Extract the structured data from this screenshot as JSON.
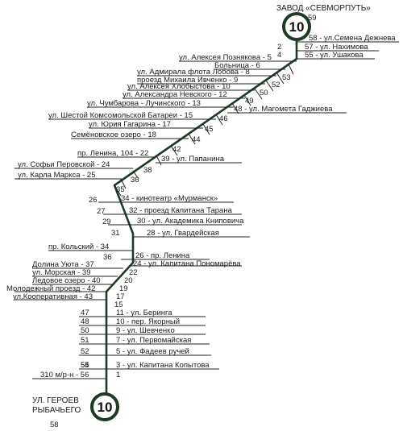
{
  "route_number": "10",
  "top_terminal": {
    "name": "ЗАВОД «СЕВМОРПУТЬ»",
    "code": "59"
  },
  "bottom_terminal": {
    "name_line1": "УЛ. ГЕРОЕВ",
    "name_line2": "РЫБАЧЬЕГО",
    "code": "58"
  },
  "colors": {
    "route_line": "#1f3b26",
    "underline": "#222222",
    "text": "#1a1a1a"
  },
  "stops_left": [
    {
      "text": "ул. Алексея Познякова - 5"
    },
    {
      "text": "Больница - 6"
    },
    {
      "text": "ул. Адмирала флота Лобова - 8"
    },
    {
      "text": "проезд Михаила Ивченко - 9"
    },
    {
      "text": "ул. Алексея Хлобыстова - 10"
    },
    {
      "text": "ул. Александра Невского - 12"
    },
    {
      "text": "ул. Чумбарова - Лучинского - 13"
    },
    {
      "text": "ул. Шестой Комсомольской Батареи - 15"
    },
    {
      "text": "ул. Юрия Гагарина - 17"
    },
    {
      "text": "Семёновское озеро - 18"
    },
    {
      "text": "пр. Ленина, 104 - 22"
    },
    {
      "text": "ул. Софьи Перовской - 24"
    },
    {
      "text": "ул. Карла Маркса - 25"
    },
    {
      "text": "пр. Кольский - 34"
    },
    {
      "text": "Долина Уюта - 37"
    },
    {
      "text": "ул. Морская - 39"
    },
    {
      "text": "Ледовое озеро - 40"
    },
    {
      "text": "Молодежный проезд - 42"
    },
    {
      "text": "ул.Кооперативная - 43"
    },
    {
      "text": "310 м/р-н - 56"
    }
  ],
  "stops_right": [
    {
      "text": "58 - ул.Семена Дежнева"
    },
    {
      "text": "57 - ул. Нахимова"
    },
    {
      "text": "55 - ул. Ушакова"
    },
    {
      "text": "48 - ул. Магомета Гаджиева"
    },
    {
      "text": "39 - ул. Папанина"
    },
    {
      "text": "34 - кинотеатр «Мурманск»"
    },
    {
      "text": "32 - проезд Капитана Тарана"
    },
    {
      "text": "30 - ул. Академика Книповича"
    },
    {
      "text": "28 - ул. Гвардейская"
    },
    {
      "text": "26 - пр. Ленина"
    },
    {
      "text": "24 - ул. Капитана Пономарёва"
    },
    {
      "text": "11 - ул. Беринга"
    },
    {
      "text": "10 - пер. Якорный"
    },
    {
      "text": "9 - ул. Шевченко"
    },
    {
      "text": "7 - ул. Первомайская"
    },
    {
      "text": "5 - ул. Фадеев ручей"
    },
    {
      "text": "3 - ул. Капитана Копытова"
    }
  ],
  "codes": [
    "2",
    "4",
    "53",
    "52",
    "50",
    "49",
    "46",
    "45",
    "44",
    "42",
    "38",
    "36",
    "35",
    "26",
    "27",
    "29",
    "31",
    "36",
    "22",
    "20",
    "19",
    "17",
    "15",
    "47",
    "48",
    "50",
    "51",
    "52",
    "54",
    "55",
    "1"
  ]
}
